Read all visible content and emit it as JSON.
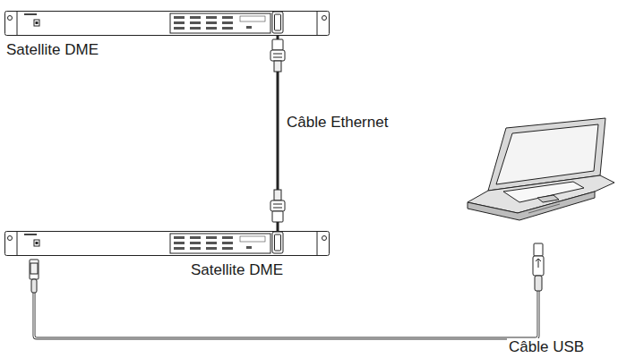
{
  "diagram": {
    "nodes": [
      {
        "text": [
          "Satellite DME"
        ]
      },
      {
        "text": [
          "Satellite DME"
        ]
      }
    ],
    "edges": [
      {
        "from": 0,
        "to": 1,
        "arrow": "none",
        "label": "Câble Ethernet"
      }
    ],
    "labels": [
      "Câble USB"
    ]
  }
}
